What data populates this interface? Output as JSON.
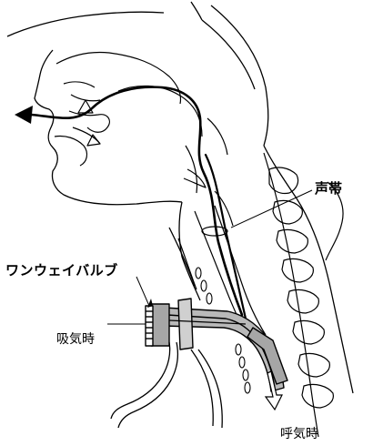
{
  "labels": {
    "vocal_cords": "声帯",
    "one_way_valve": "ワンウェイバルブ",
    "inspiration": "吸気時",
    "expiration": "呼気時"
  },
  "colors": {
    "line": "#000000",
    "tube_fill": "#b9b9b9",
    "valve_fill": "#a6a6a6",
    "background": "#ffffff"
  }
}
